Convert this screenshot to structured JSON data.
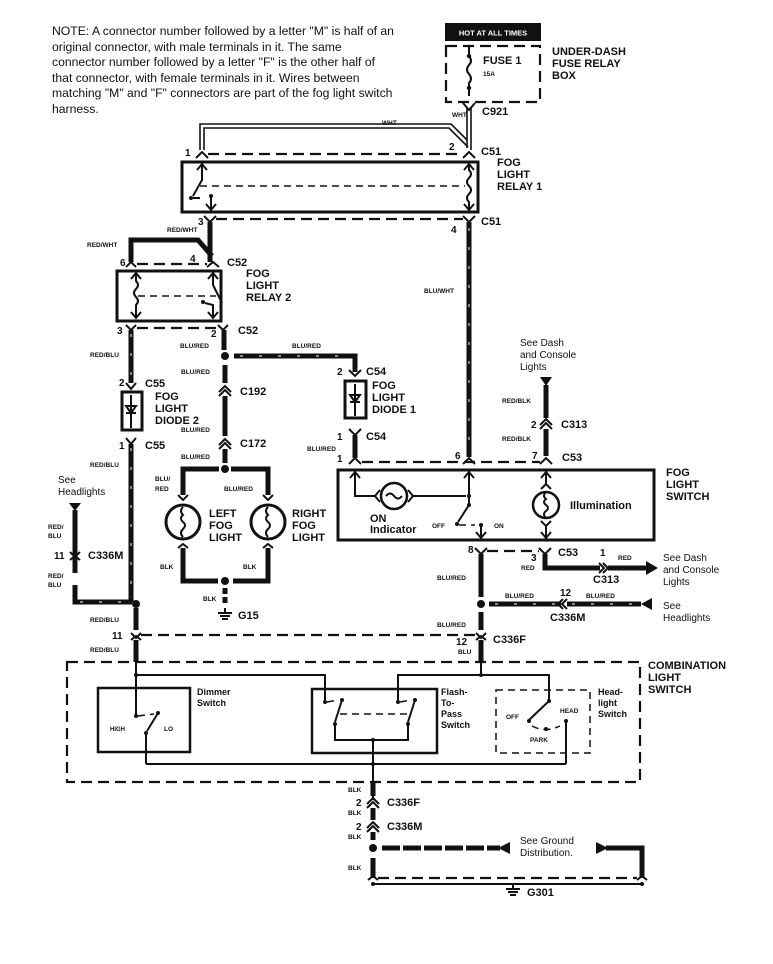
{
  "note": "NOTE: A connector number followed by a letter \"M\" is half of an original connector, with male terminals in it. The same connector number followed by a letter \"F\" is the other half of that connector, with female terminals in it. Wires between matching \"M\" and \"F\" connectors are part of the fog light switch harness.",
  "power": {
    "hot_label": "HOT AT ALL TIMES",
    "fuse_name": "FUSE 1",
    "fuse_rating": "15A",
    "box_label_1": "UNDER-DASH",
    "box_label_2": "FUSE RELAY",
    "box_label_3": "BOX",
    "connector": "C921"
  },
  "wires": {
    "wht": "WHT",
    "red_wht": "RED/WHT",
    "red_blu": "RED/BLU",
    "blu_red": "BLU/RED",
    "blu_wht": "BLU/WHT",
    "red_blk": "RED/BLK",
    "red": "RED",
    "blk": "BLK",
    "blu": "BLU",
    "red_slash": "RED/",
    "blu_only": "BLU",
    "blu_slash": "BLU/",
    "red_only": "RED"
  },
  "relay1": {
    "label_1": "FOG",
    "label_2": "LIGHT",
    "label_3": "RELAY 1",
    "connector": "C51",
    "pins": [
      "1",
      "2",
      "3",
      "4"
    ]
  },
  "relay2": {
    "label_1": "FOG",
    "label_2": "LIGHT",
    "label_3": "RELAY 2",
    "connector": "C52",
    "pins": [
      "6",
      "4",
      "3",
      "2"
    ]
  },
  "diode2": {
    "label_1": "FOG",
    "label_2": "LIGHT",
    "label_3": "DIODE 2",
    "connector_top": "C55",
    "connector_bottom": "C55",
    "pin_top": "2",
    "pin_bottom": "1"
  },
  "diode1": {
    "label_1": "FOG",
    "label_2": "LIGHT",
    "label_3": "DIODE 1",
    "connector_top": "C54",
    "connector_bottom": "C54",
    "pin_top": "2",
    "pin_bottom": "1"
  },
  "connectors": {
    "c192": "C192",
    "c172": "C172",
    "c313": "C313",
    "c53": "C53",
    "c336m": "C336M",
    "c336f": "C336F",
    "g15": "G15",
    "g301": "G301"
  },
  "pins": {
    "p1": "1",
    "p2": "2",
    "p3": "3",
    "p6": "6",
    "p7": "7",
    "p8": "8",
    "p11": "11",
    "p12": "12"
  },
  "lights": {
    "left_1": "LEFT",
    "left_2": "FOG",
    "left_3": "LIGHT",
    "right_1": "RIGHT",
    "right_2": "FOG",
    "right_3": "LIGHT"
  },
  "fog_switch": {
    "label_1": "FOG",
    "label_2": "LIGHT",
    "label_3": "SWITCH",
    "on_indicator_1": "ON",
    "on_indicator_2": "Indicator",
    "illumination": "Illumination",
    "off": "OFF",
    "on": "ON"
  },
  "refs": {
    "dash_1": "See Dash",
    "dash_2": "and Console",
    "dash_3": "Lights",
    "head_1": "See",
    "head_2": "Headlights",
    "ground_1": "See Ground",
    "ground_2": "Distribution."
  },
  "combo": {
    "label_1": "COMBINATION",
    "label_2": "LIGHT",
    "label_3": "SWITCH",
    "dimmer_1": "Dimmer",
    "dimmer_2": "Switch",
    "high": "HIGH",
    "lo": "LO",
    "flash_1": "Flash-",
    "flash_2": "To-",
    "flash_3": "Pass",
    "flash_4": "Switch",
    "head_1": "Head-",
    "head_2": "light",
    "head_3": "Switch",
    "off": "OFF",
    "head": "HEAD",
    "park": "PARK"
  }
}
